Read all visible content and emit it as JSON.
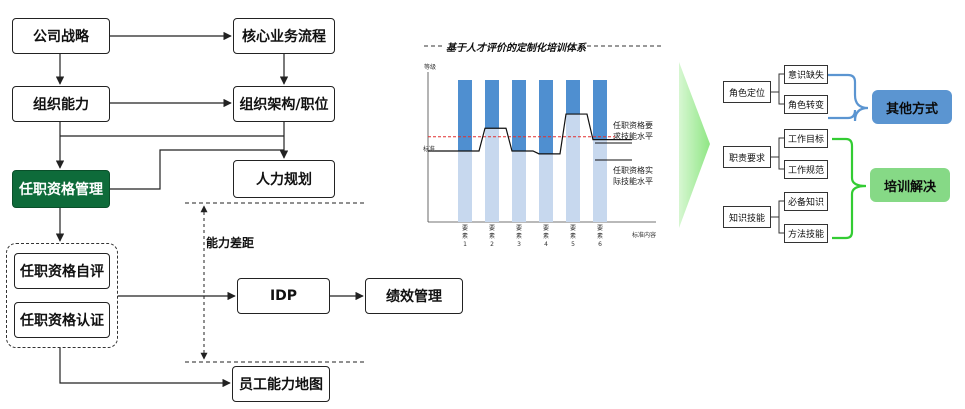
{
  "flow": {
    "company_strategy": "公司战略",
    "core_process": "核心业务流程",
    "org_capability": "组织能力",
    "org_structure": "组织架构/职位",
    "qualification_mgmt": "任职资格管理",
    "hr_planning": "人力规划",
    "self_eval": "任职资格自评",
    "certification": "任职资格认证",
    "idp": "IDP",
    "performance": "绩效管理",
    "capability_map": "员工能力地图",
    "gap_label": "能力差距"
  },
  "chart_data": {
    "type": "bar",
    "title": "基于人才评价的定制化培训体系",
    "ylabel": "等级",
    "xlabel": "标准内容",
    "standard_label": "标准",
    "categories": [
      "要素1",
      "要素2",
      "要素3",
      "要素4",
      "要素5",
      "要素6"
    ],
    "factor_chars": [
      "要",
      "素"
    ],
    "factor_numbers": [
      "1",
      "2",
      "3",
      "4",
      "5",
      "6"
    ],
    "series": [
      {
        "name": "任职资格要求技能水平",
        "values": [
          0.5,
          0.66,
          0.5,
          0.48,
          0.76,
          0.58
        ]
      },
      {
        "name": "任职资格实际技能水平",
        "values": [
          0.5,
          0.66,
          0.5,
          0.48,
          0.76,
          0.58
        ]
      }
    ],
    "bar_top": 1.0,
    "standard_level": 0.6,
    "legend": {
      "required_line1": "任职资格要",
      "required_line2": "求技能水平",
      "actual_line1": "任职资格实",
      "actual_line2": "际技能水平"
    }
  },
  "training": {
    "role_position": "角色定位",
    "job_requirement": "职责要求",
    "knowledge_skill": "知识技能",
    "awareness_gap": "意识缺失",
    "role_change": "角色转变",
    "work_goal": "工作目标",
    "work_norm": "工作规范",
    "must_know": "必备知识",
    "method_skill": "方法技能",
    "other_ways": "其他方式",
    "training_solution": "培训解决"
  },
  "colors": {
    "qualification_green": "#0e6b3a",
    "bar_dark": "#4f8fd0",
    "bar_light": "#c7d8ee",
    "arrow_green": "#a8ee9f",
    "blue_pill": "#5b95d1",
    "green_pill": "#86d986",
    "bracket_blue": "#5b95d1",
    "bracket_green": "#33cc33",
    "standard_red": "#e03030"
  }
}
